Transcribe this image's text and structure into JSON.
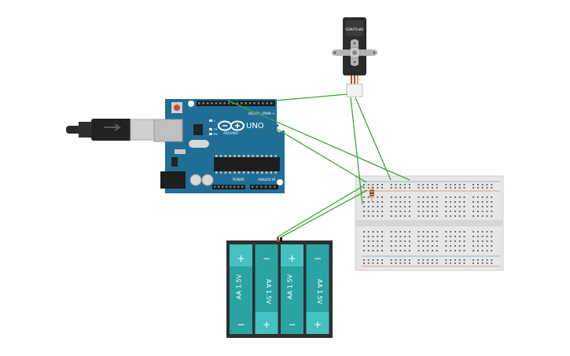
{
  "colors": {
    "background": "#ffffff",
    "arduino_board": "#1f6e96",
    "arduino_dark": "#1b5f82",
    "wire": "#3aa832",
    "battery_holder": "#2f2f2f",
    "battery_cell": "#2aa3a3",
    "battery_cap": "#44c2c2",
    "breadboard": "#e6e6e6",
    "rail_red": "#e05555",
    "rail_blue": "#4a7fd0",
    "servo_body": "#2b2b2b",
    "servo_horn": "#b3b3b3"
  },
  "servo": {
    "label": "SG90TS-W1",
    "icon": "servo-motor-icon"
  },
  "arduino": {
    "brand": "ARDUINO",
    "model": "UNO",
    "digital_label": "DIGITAL (PWM~)",
    "power_label": "POWER",
    "analog_label": "ANALOG IN",
    "tx_label": "TX",
    "rx_label": "RX",
    "l_label": "L",
    "icon": "arduino-logo-icon"
  },
  "usb": {
    "icon": "usb-cable-icon"
  },
  "battery": {
    "cells": [
      {
        "label": "AA 1.5V",
        "top": "+",
        "bottom": "−"
      },
      {
        "label": "AA 1.5V",
        "top": "−",
        "bottom": "+"
      },
      {
        "label": "AA 1.5V",
        "top": "+",
        "bottom": "−"
      },
      {
        "label": "AA 1.5V",
        "top": "−",
        "bottom": "+"
      }
    ]
  },
  "breadboard": {
    "icon": "breadboard-icon",
    "resistor_icon": "resistor-icon"
  }
}
